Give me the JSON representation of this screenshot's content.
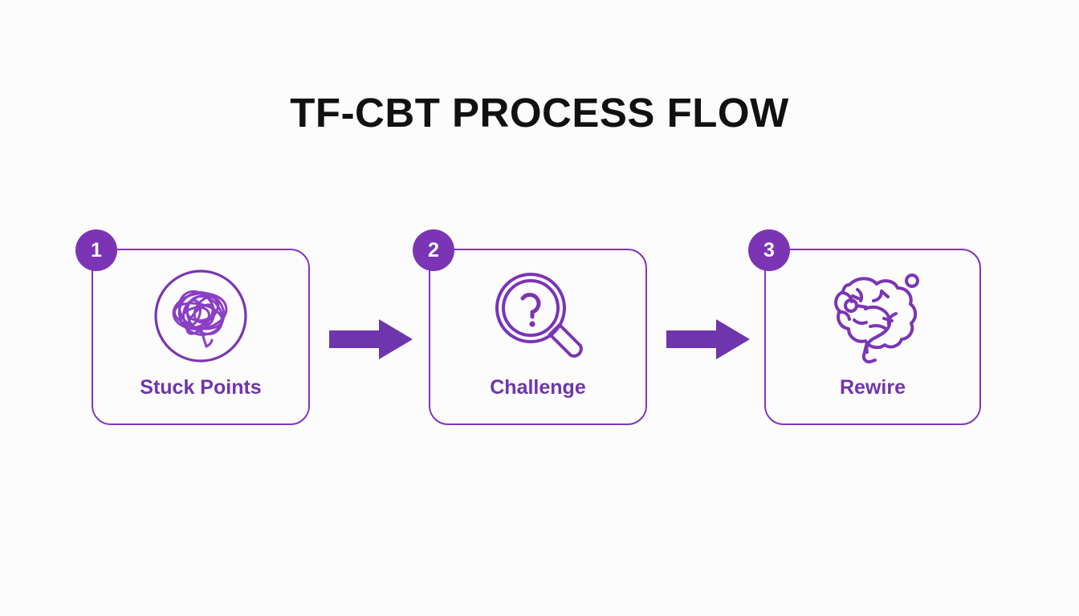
{
  "page": {
    "title": "TF-CBT PROCESS FLOW",
    "background_color": "#fcfcfd",
    "accent_color": "#7b35b4",
    "label_color": "#6f35ad",
    "title_color": "#111111"
  },
  "flow": {
    "steps": [
      {
        "number": "1",
        "label": "Stuck Points",
        "icon": "tangled-thoughts-icon"
      },
      {
        "number": "2",
        "label": "Challenge",
        "icon": "magnifier-question-icon"
      },
      {
        "number": "3",
        "label": "Rewire",
        "icon": "brain-icon"
      }
    ],
    "connectors": [
      {
        "icon": "right-arrow-icon"
      },
      {
        "icon": "right-arrow-icon"
      }
    ]
  }
}
